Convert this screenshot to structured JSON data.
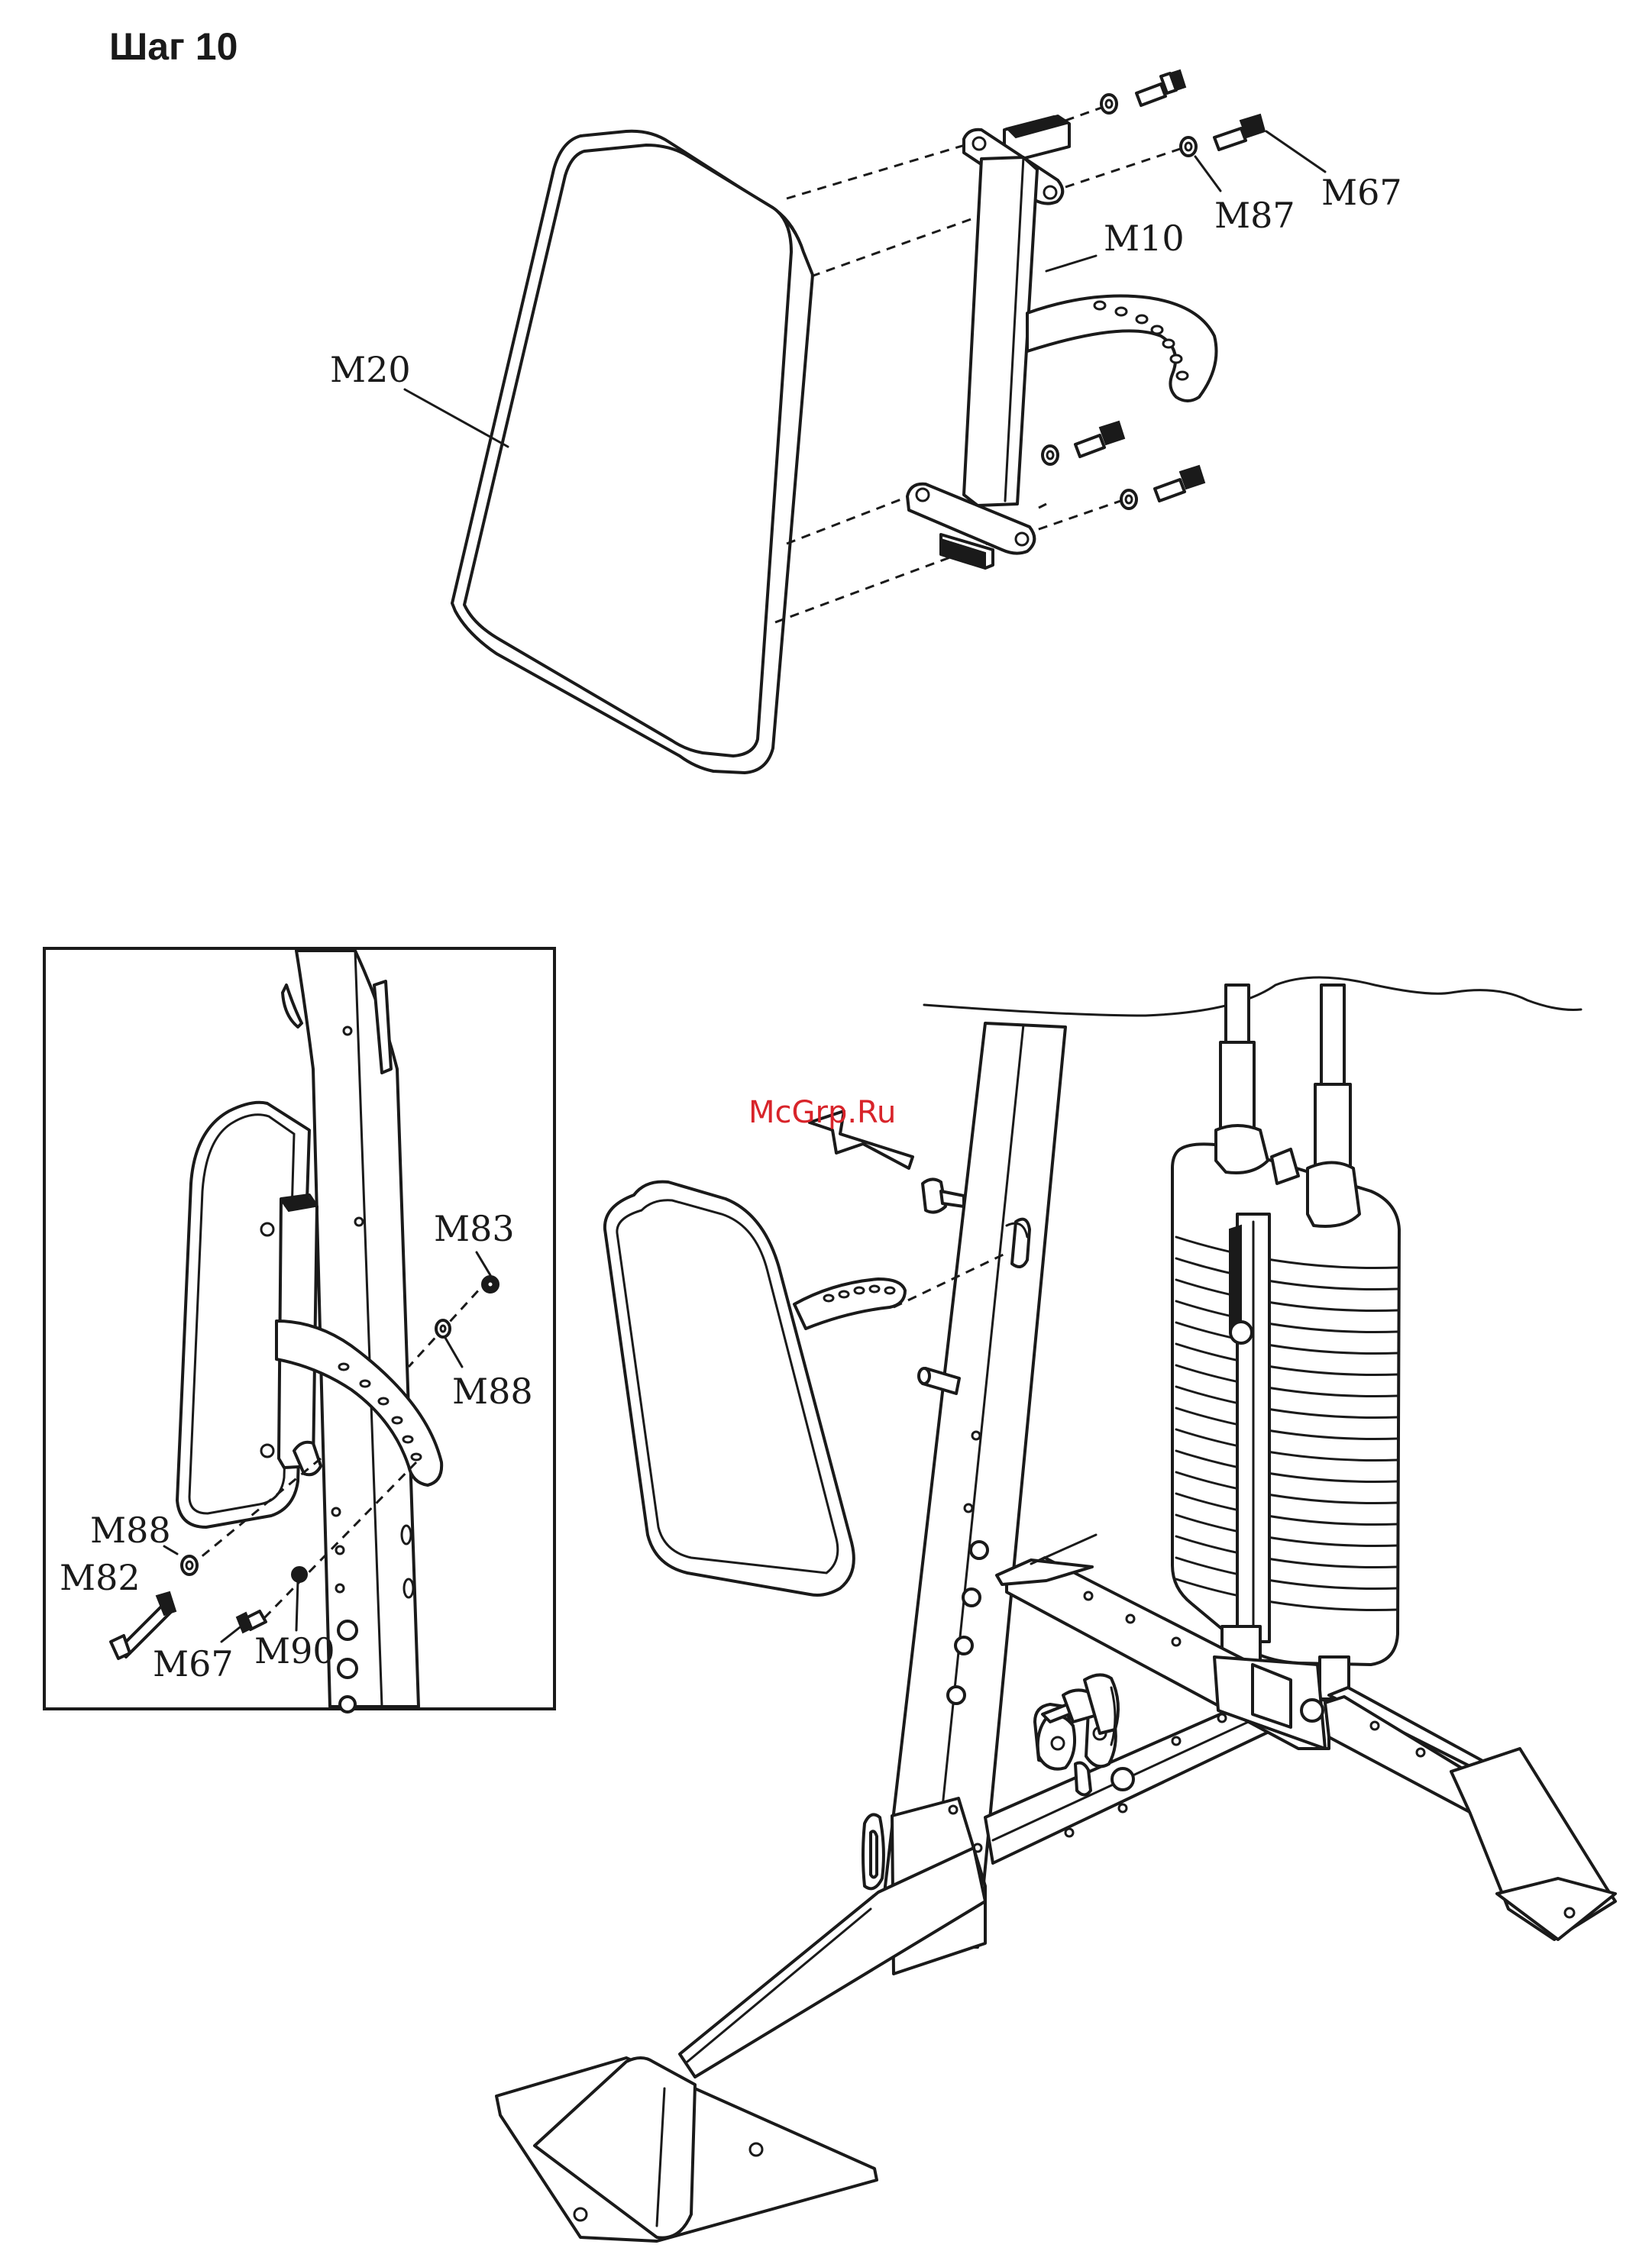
{
  "step_title": "Шаг 10",
  "watermark": "McGrp.Ru",
  "top_labels": {
    "m20": "M20",
    "m10": "M10",
    "m87": "M87",
    "m67": "M67"
  },
  "inset_labels": {
    "m83": "M83",
    "m88_right": "M88",
    "m88_left": "M88",
    "m82": "M82",
    "m67": "M67",
    "m90": "M90"
  },
  "colors": {
    "ink": "#1a1a1a",
    "watermark": "#d8242a",
    "background": "#ffffff"
  },
  "icons": {
    "direction_arrow": "arrow-up-left-icon"
  }
}
